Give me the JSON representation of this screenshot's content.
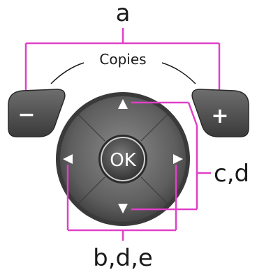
{
  "labels": {
    "a": "a",
    "bde": "b,d,e",
    "cd": "c,d",
    "copies": "Copies",
    "ok": "OK",
    "minus": "−",
    "plus": "+"
  },
  "colors": {
    "callout": "#e040c8",
    "button_dark": "#3c3c3c",
    "button_mid": "#5a5a5a",
    "ring_light": "#9a9a9a"
  }
}
